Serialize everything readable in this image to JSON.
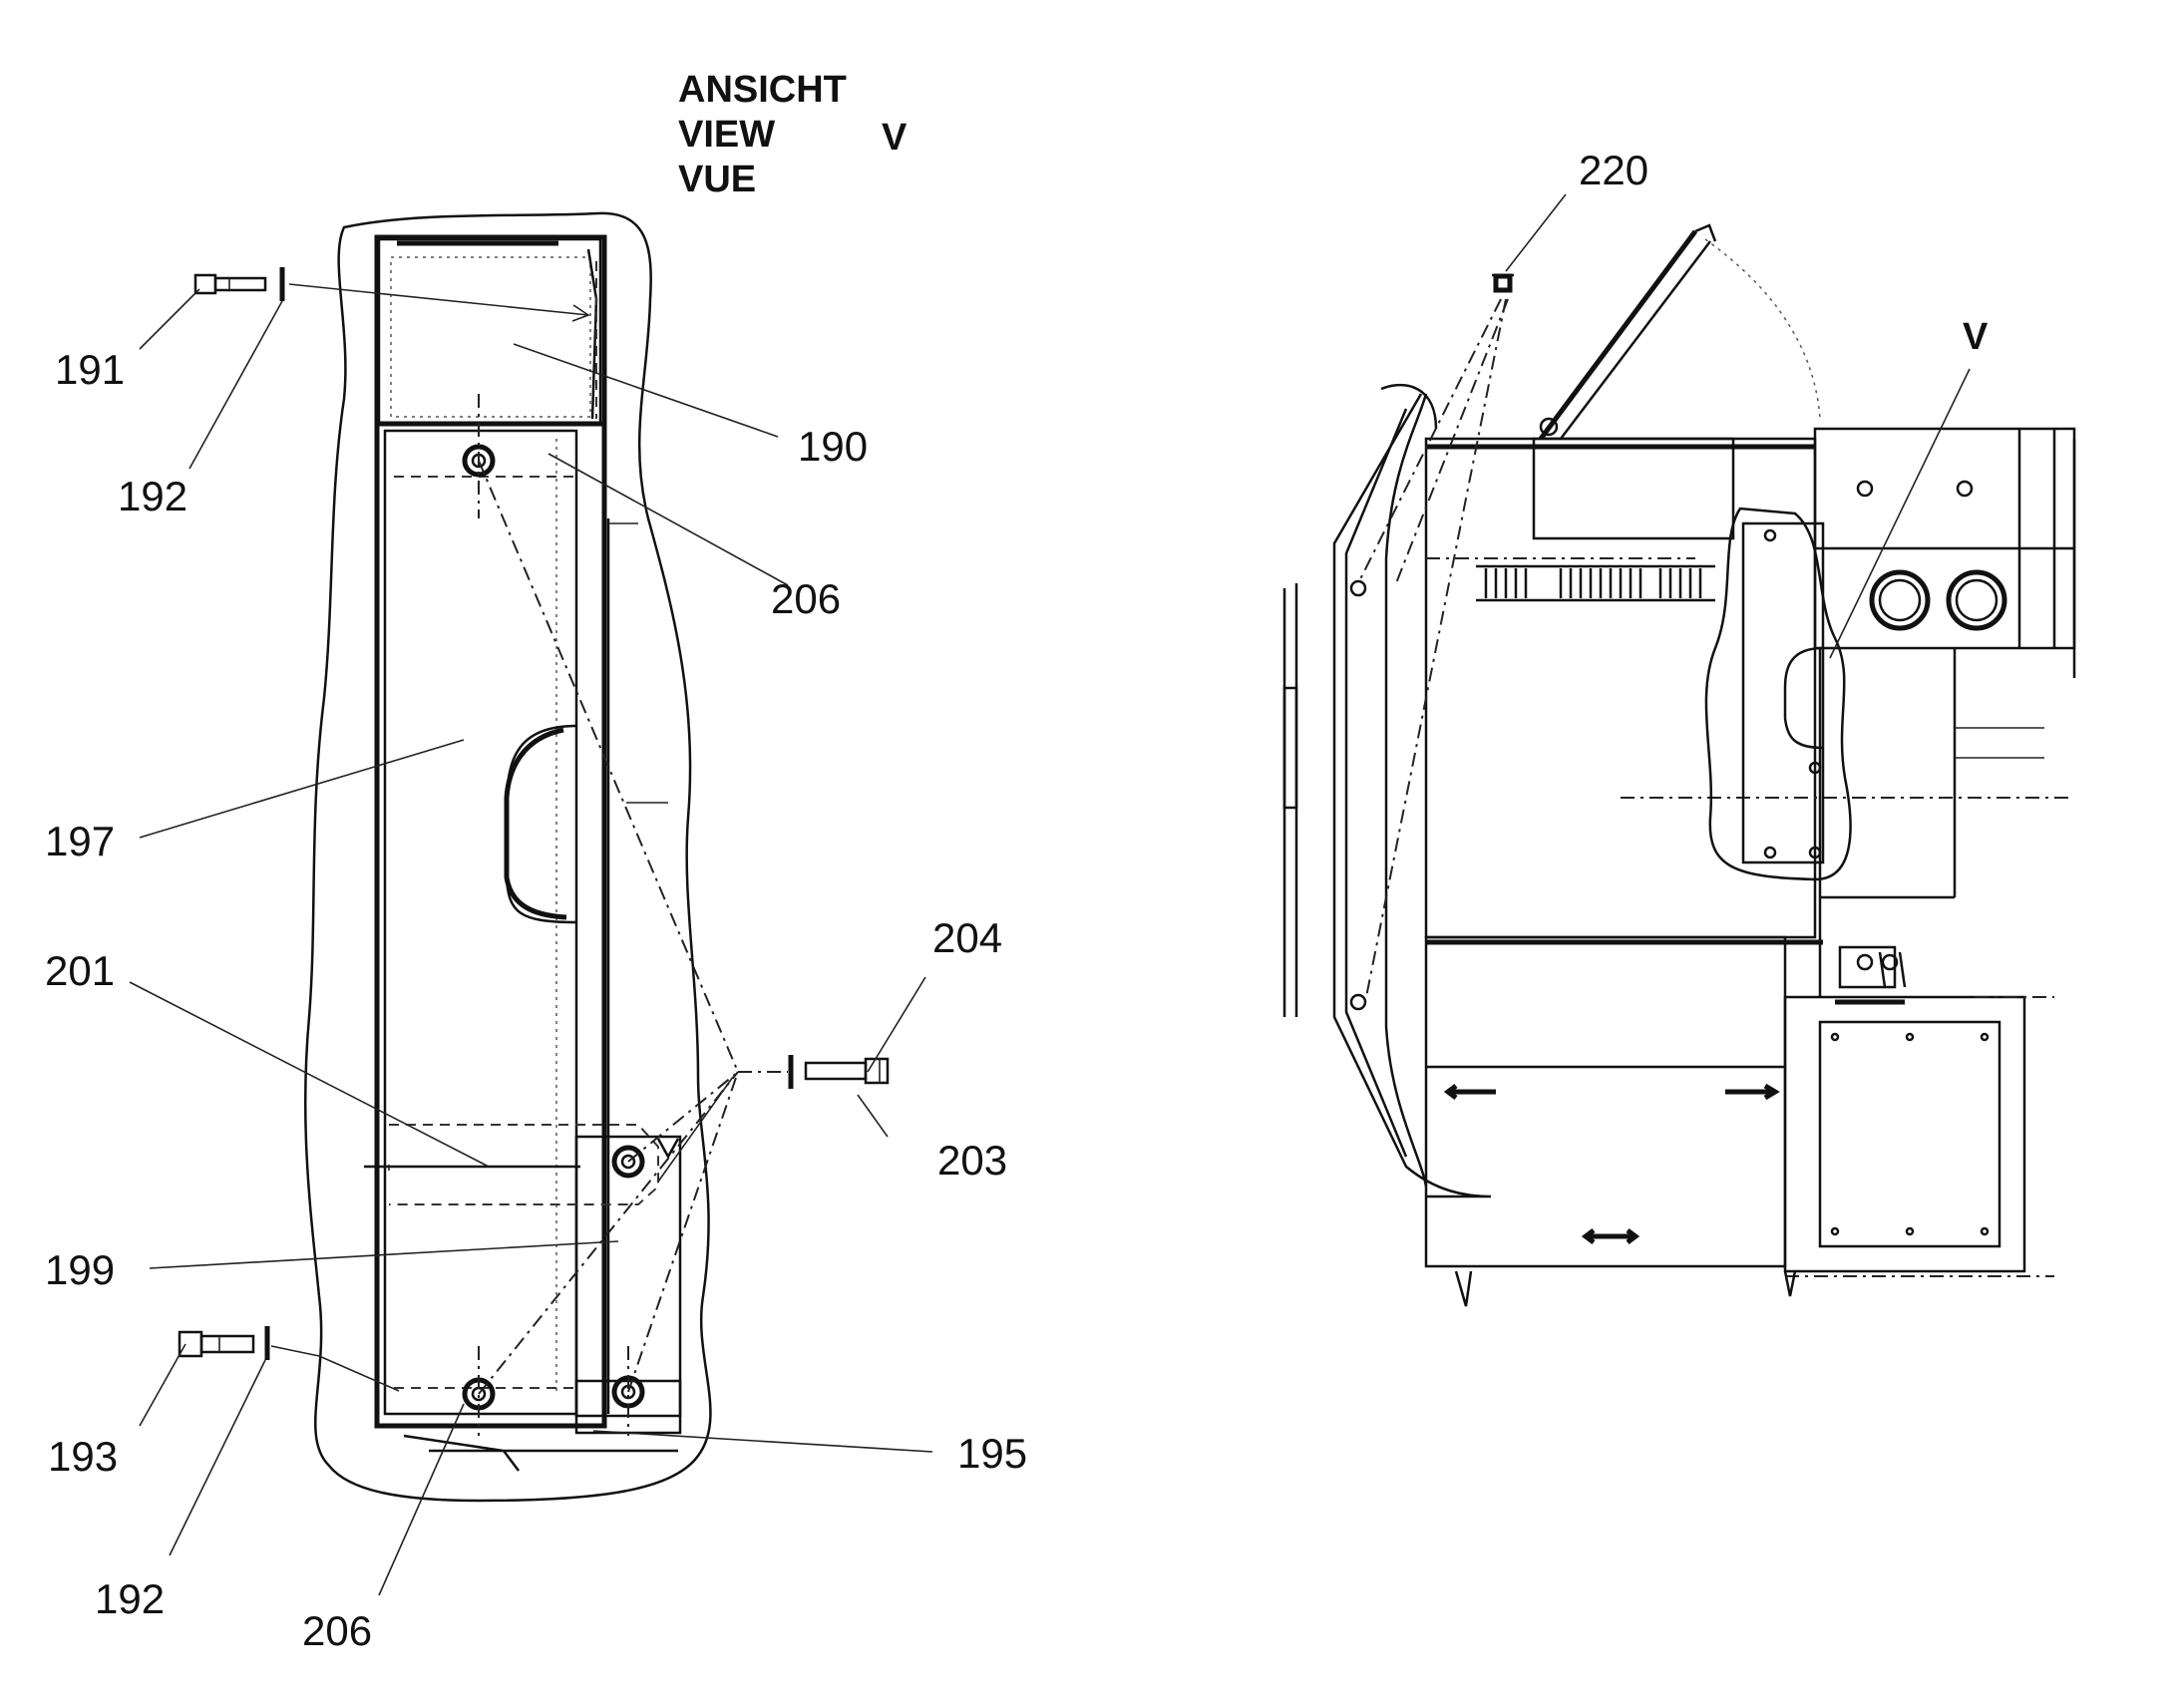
{
  "view_header": {
    "line1": "ANSICHT",
    "line2": "VIEW",
    "line3": "VUE",
    "letter": "V"
  },
  "view_marker": "V",
  "callouts": {
    "c190": "190",
    "c191": "191",
    "c192_top": "192",
    "c192_bottom": "192",
    "c193": "193",
    "c195": "195",
    "c197": "197",
    "c199": "199",
    "c201": "201",
    "c203": "203",
    "c204": "204",
    "c206_top": "206",
    "c206_bottom": "206",
    "c220": "220"
  },
  "colors": {
    "ink": "#111111",
    "paper": "#ffffff"
  }
}
